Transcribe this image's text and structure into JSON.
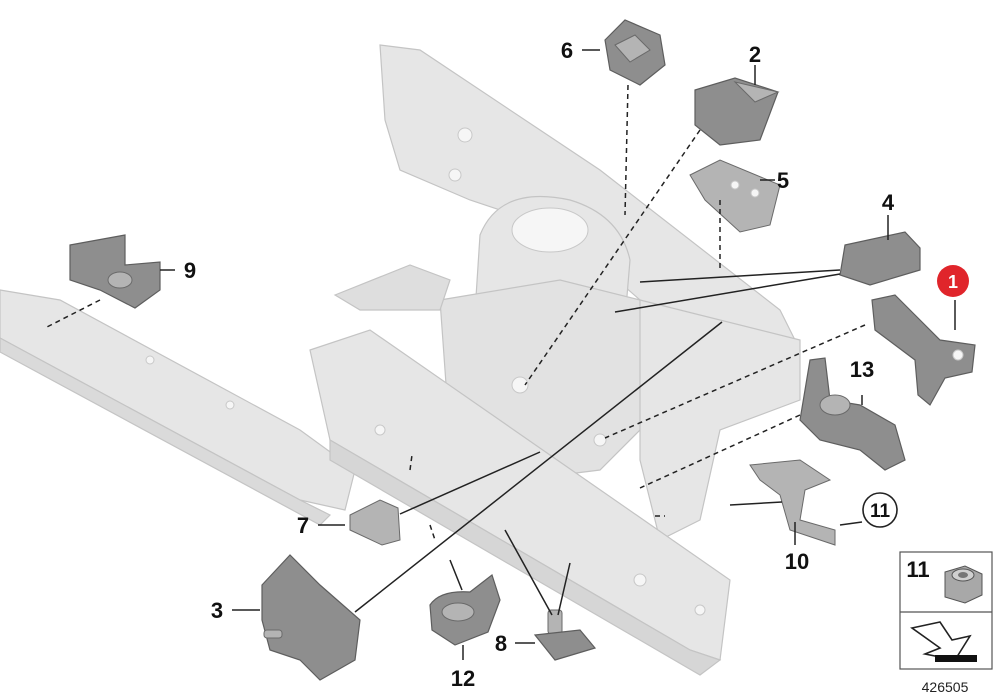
{
  "diagram": {
    "callouts": [
      {
        "id": "c1",
        "label": "1",
        "style": "red-badge"
      },
      {
        "id": "c2",
        "label": "2"
      },
      {
        "id": "c3",
        "label": "3"
      },
      {
        "id": "c4",
        "label": "4"
      },
      {
        "id": "c5",
        "label": "5"
      },
      {
        "id": "c6",
        "label": "6"
      },
      {
        "id": "c7",
        "label": "7"
      },
      {
        "id": "c8",
        "label": "8"
      },
      {
        "id": "c9",
        "label": "9"
      },
      {
        "id": "c10",
        "label": "10"
      },
      {
        "id": "c11",
        "label": "11",
        "style": "circled"
      },
      {
        "id": "c12",
        "label": "12"
      },
      {
        "id": "c13",
        "label": "13"
      }
    ],
    "inset": {
      "part_label": "11"
    },
    "diagram_code": "426505",
    "colors": {
      "badge": "#e0252b",
      "body": "#e6e6e6",
      "part": "#8e8e8e"
    }
  }
}
